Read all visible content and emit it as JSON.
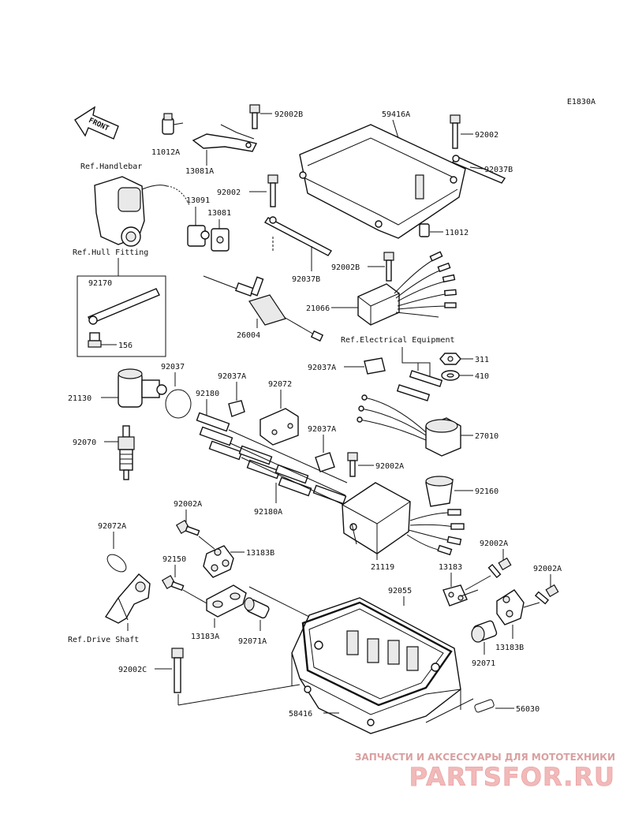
{
  "diagram_id": "E1830A",
  "front_label": "FRONT",
  "refs": {
    "handlebar": "Ref.Handlebar",
    "hull_fitting": "Ref.Hull Fitting",
    "electrical": "Ref.Electrical Equipment",
    "drive_shaft": "Ref.Drive Shaft"
  },
  "parts": {
    "p11012A": "11012A",
    "p13081A": "13081A",
    "p92002B_top": "92002B",
    "p59416A": "59416A",
    "p92002_top": "92002",
    "p92037B_right": "92037B",
    "p13091": "13091",
    "p13081": "13081",
    "p92002_mid": "92002",
    "p11012": "11012",
    "p92037B_mid": "92037B",
    "p92002B_mid": "92002B",
    "p92170": "92170",
    "p156": "156",
    "p21066": "21066",
    "p26004": "26004",
    "p311": "311",
    "p410": "410",
    "p92037": "92037",
    "p92037A_1": "92037A",
    "p92072": "92072",
    "p92037A_2": "92037A",
    "p21130": "21130",
    "p92180": "92180",
    "p27010": "27010",
    "p92070": "92070",
    "p92037A_3": "92037A",
    "p92002A_1": "92002A",
    "p92160": "92160",
    "p92180A": "92180A",
    "p92002A_2": "92002A",
    "p92072A": "92072A",
    "p13183B_1": "13183B",
    "p21119": "21119",
    "p92002A_3": "92002A",
    "p92150": "92150",
    "p13183": "13183",
    "p92002A_4": "92002A",
    "p92055": "92055",
    "p13183A": "13183A",
    "p92071A": "92071A",
    "p92071": "92071",
    "p13183B_2": "13183B",
    "p92002C": "92002C",
    "p58416": "58416",
    "p56030": "56030"
  },
  "watermark": {
    "tagline": "ЗАПЧАСТИ И АКСЕССУАРЫ ДЛЯ МОТОТЕХНИКИ",
    "logo": "PARTSFOR.RU"
  }
}
